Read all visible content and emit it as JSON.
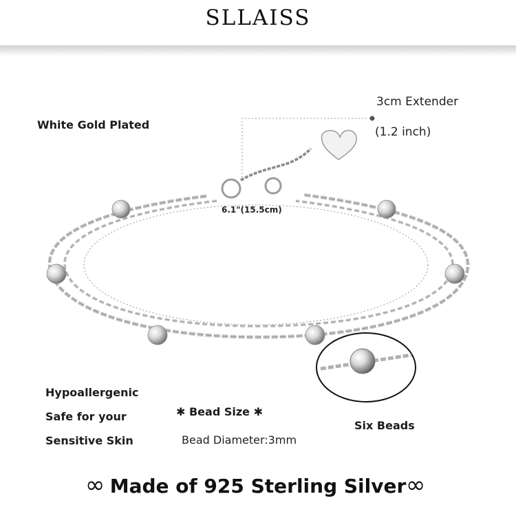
{
  "brand": "SLLAISS",
  "labels": {
    "plating": "White Gold Plated",
    "extender_line1": "3cm Extender",
    "extender_line2": "(1.2 inch)",
    "length": "6.1\"(15.5cm)",
    "hypo_line1": "Hypoallergenic",
    "hypo_line2": "Safe for your",
    "hypo_line3": "Sensitive Skin",
    "bead_size_title": "Bead Size",
    "bead_diameter": "Bead Diameter:3mm",
    "six_beads": "Six Beads"
  },
  "footer": {
    "text": "Made of 925 Sterling Silver",
    "symbol_left": "∞",
    "symbol_right": "∞"
  },
  "colors": {
    "silver": "#cfcfcf",
    "text": "#1a1a1a"
  },
  "icons": {
    "snowflake": "snowflake-icon",
    "infinity": "infinity-icon"
  }
}
